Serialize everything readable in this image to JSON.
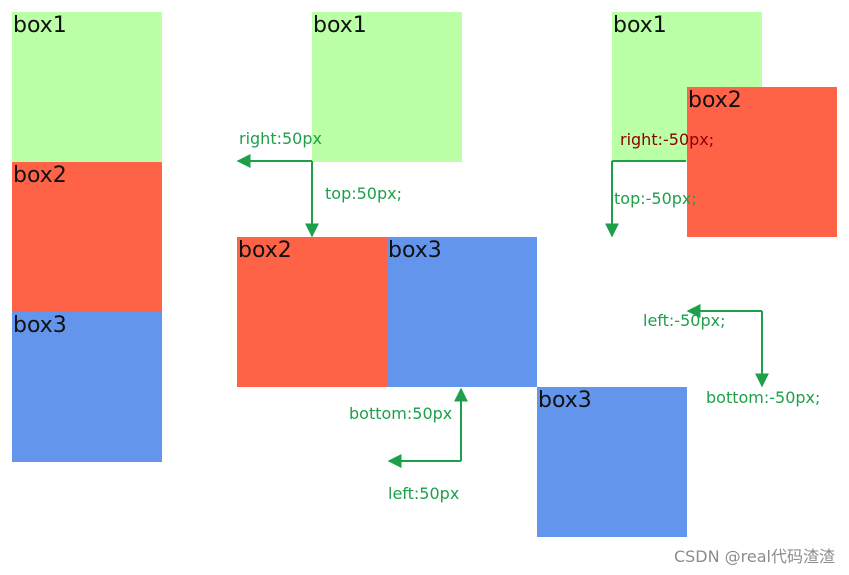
{
  "colors": {
    "box1": "#bbffa6",
    "box2": "#ff6347",
    "box3": "#6495ed",
    "arrow": "#1ea04a",
    "red_label": "#8b0000"
  },
  "panel1": {
    "box1": "box1",
    "box2": "box2",
    "box3": "box3"
  },
  "panel2": {
    "box1": "box1",
    "box2": "box2",
    "box3": "box3",
    "label_right": "right:50px",
    "label_top": "top:50px;",
    "label_bottom": "bottom:50px",
    "label_left": "left:50px"
  },
  "panel3": {
    "box1": "box1",
    "box2": "box2",
    "label_right": "right:-50px;",
    "label_top": "top:-50px;",
    "label_left": "left:-50px;",
    "label_bottom": "bottom:-50px;"
  },
  "watermark": "CSDN @real代码渣渣"
}
